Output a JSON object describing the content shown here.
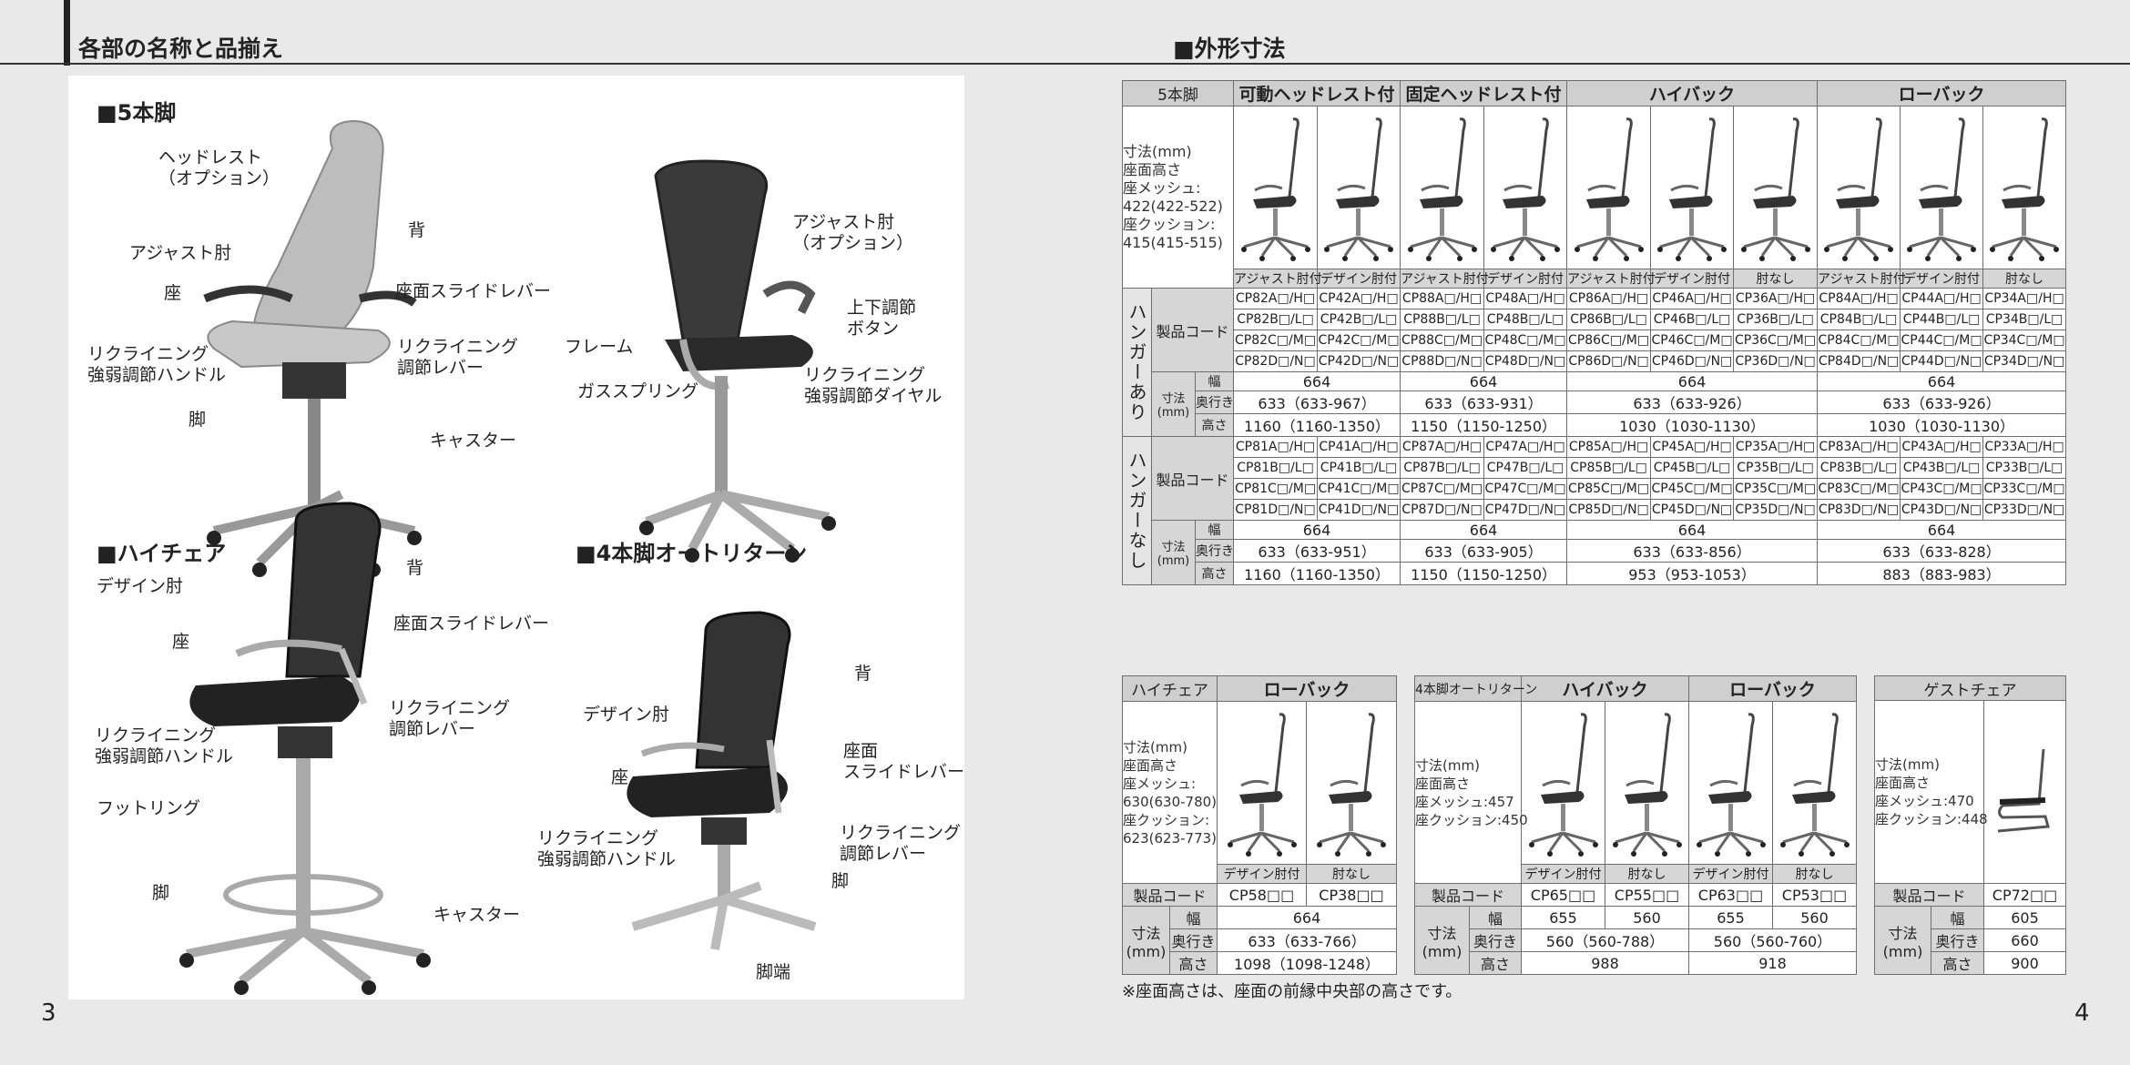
{
  "left_header": "各部の名称と品揃え",
  "right_header": "■外形寸法",
  "page_left": "3",
  "page_right": "4",
  "sections": {
    "five_leg": "■5本脚",
    "high_chair": "■ハイチェア",
    "four_leg": "■4本脚オートリターン"
  },
  "callouts": {
    "c1": {
      "headrest": "ヘッドレスト\n（オプション）",
      "back": "背",
      "adjust_arm": "アジャスト肘",
      "seat": "座",
      "seat_slide": "座面スライドレバー",
      "recline_handle": "リクライニング\n強弱調節ハンドル",
      "recline_lever": "リクライニング\n調節レバー",
      "leg": "脚",
      "caster": "キャスター"
    },
    "c2": {
      "adjust_arm": "アジャスト肘\n（オプション）",
      "updown_button": "上下調節\nボタン",
      "frame": "フレーム",
      "gas_spring": "ガススプリング",
      "recline_dial": "リクライニング\n強弱調節ダイヤル"
    },
    "c3": {
      "back": "背",
      "design_arm": "デザイン肘",
      "seat_slide": "座面スライドレバー",
      "seat": "座",
      "recline_lever": "リクライニング\n調節レバー",
      "recline_handle": "リクライニング\n強弱調節ハンドル",
      "foot_ring": "フットリング",
      "leg": "脚",
      "caster": "キャスター"
    },
    "c4": {
      "back": "背",
      "design_arm": "デザイン肘",
      "seat": "座",
      "seat_slide": "座面\nスライドレバー",
      "recline_handle": "リクライニング\n強弱調節ハンドル",
      "recline_lever": "リクライニング\n調節レバー",
      "leg": "脚",
      "leg_end": "脚端"
    }
  },
  "main_table": {
    "corner": "5本脚",
    "groups": [
      "可動ヘッドレスト付",
      "固定ヘッドレスト付",
      "ハイバック",
      "ローバック"
    ],
    "size_note": "寸法(mm)\n座面高さ\n座メッシュ:\n422(422-522)\n座クッション:\n415(415-515)",
    "arm_types": [
      "アジャスト肘付",
      "デザイン肘付",
      "アジャスト肘付",
      "デザイン肘付",
      "アジャスト肘付",
      "デザイン肘付",
      "肘なし",
      "アジャスト肘付",
      "デザイン肘付",
      "肘なし"
    ],
    "hanger_yes": "ハンガーあり",
    "hanger_no": "ハンガーなし",
    "product_code": "製品コード",
    "dim_label": "寸法\n(mm)",
    "width": "幅",
    "depth": "奥行き",
    "height": "高さ",
    "codes_yes": [
      [
        "CP82A□/H□",
        "CP42A□/H□",
        "CP88A□/H□",
        "CP48A□/H□",
        "CP86A□/H□",
        "CP46A□/H□",
        "CP36A□/H□",
        "CP84A□/H□",
        "CP44A□/H□",
        "CP34A□/H□"
      ],
      [
        "CP82B□/L□",
        "CP42B□/L□",
        "CP88B□/L□",
        "CP48B□/L□",
        "CP86B□/L□",
        "CP46B□/L□",
        "CP36B□/L□",
        "CP84B□/L□",
        "CP44B□/L□",
        "CP34B□/L□"
      ],
      [
        "CP82C□/M□",
        "CP42C□/M□",
        "CP88C□/M□",
        "CP48C□/M□",
        "CP86C□/M□",
        "CP46C□/M□",
        "CP36C□/M□",
        "CP84C□/M□",
        "CP44C□/M□",
        "CP34C□/M□"
      ],
      [
        "CP82D□/N□",
        "CP42D□/N□",
        "CP88D□/N□",
        "CP48D□/N□",
        "CP86D□/N□",
        "CP46D□/N□",
        "CP36D□/N□",
        "CP84D□/N□",
        "CP44D□/N□",
        "CP34D□/N□"
      ]
    ],
    "width_yes": [
      "664",
      "664",
      "664",
      "664"
    ],
    "depth_yes": [
      "633（633-967）",
      "633（633-931）",
      "633（633-926）",
      "633（633-926）"
    ],
    "height_yes": [
      "1160（1160-1350）",
      "1150（1150-1250）",
      "1030（1030-1130）",
      "1030（1030-1130）"
    ],
    "codes_no": [
      [
        "CP81A□/H□",
        "CP41A□/H□",
        "CP87A□/H□",
        "CP47A□/H□",
        "CP85A□/H□",
        "CP45A□/H□",
        "CP35A□/H□",
        "CP83A□/H□",
        "CP43A□/H□",
        "CP33A□/H□"
      ],
      [
        "CP81B□/L□",
        "CP41B□/L□",
        "CP87B□/L□",
        "CP47B□/L□",
        "CP85B□/L□",
        "CP45B□/L□",
        "CP35B□/L□",
        "CP83B□/L□",
        "CP43B□/L□",
        "CP33B□/L□"
      ],
      [
        "CP81C□/M□",
        "CP41C□/M□",
        "CP87C□/M□",
        "CP47C□/M□",
        "CP85C□/M□",
        "CP45C□/M□",
        "CP35C□/M□",
        "CP83C□/M□",
        "CP43C□/M□",
        "CP33C□/M□"
      ],
      [
        "CP81D□/N□",
        "CP41D□/N□",
        "CP87D□/N□",
        "CP47D□/N□",
        "CP85D□/N□",
        "CP45D□/N□",
        "CP35D□/N□",
        "CP83D□/N□",
        "CP43D□/N□",
        "CP33D□/N□"
      ]
    ],
    "width_no": [
      "664",
      "664",
      "664",
      "664"
    ],
    "depth_no": [
      "633（633-951）",
      "633（633-905）",
      "633（633-856）",
      "633（633-828）"
    ],
    "height_no": [
      "1160（1160-1350）",
      "1150（1150-1250）",
      "953（953-1053）",
      "883（883-983）"
    ]
  },
  "hc_table": {
    "corner": "ハイチェア",
    "group": "ローバック",
    "size_note": "寸法(mm)\n座面高さ\n座メッシュ:\n630(630-780)\n座クッション:\n623(623-773)",
    "arm_types": [
      "デザイン肘付",
      "肘なし"
    ],
    "product_code": "製品コード",
    "codes": [
      "CP58□□",
      "CP38□□"
    ],
    "dim_label": "寸法\n(mm)",
    "width": "幅",
    "depth": "奥行き",
    "height": "高さ",
    "width_val": "664",
    "depth_val": "633（633-766）",
    "height_val": "1098（1098-1248）"
  },
  "fl_table": {
    "corner": "4本脚オートリターン",
    "groups": [
      "ハイバック",
      "ローバック"
    ],
    "size_note": "寸法(mm)\n座面高さ\n座メッシュ:457\n座クッション:450",
    "arm_types": [
      "デザイン肘付",
      "肘なし",
      "デザイン肘付",
      "肘なし"
    ],
    "product_code": "製品コード",
    "codes": [
      "CP65□□",
      "CP55□□",
      "CP63□□",
      "CP53□□"
    ],
    "dim_label": "寸法\n(mm)",
    "width": "幅",
    "depth": "奥行き",
    "height": "高さ",
    "widths": [
      "655",
      "560",
      "655",
      "560"
    ],
    "depths": [
      "560（560-788）",
      "560（560-760）"
    ],
    "heights": [
      "988",
      "918"
    ]
  },
  "guest_table": {
    "corner": "ゲストチェア",
    "size_note": "寸法(mm)\n座面高さ\n座メッシュ:470\n座クッション:448",
    "product_code": "製品コード",
    "code": "CP72□□",
    "dim_label": "寸法\n(mm)",
    "width": "幅",
    "depth": "奥行き",
    "height": "高さ",
    "width_val": "605",
    "depth_val": "660",
    "height_val": "900"
  },
  "footnote": "※座面高さは、座面の前縁中央部の高さです。"
}
